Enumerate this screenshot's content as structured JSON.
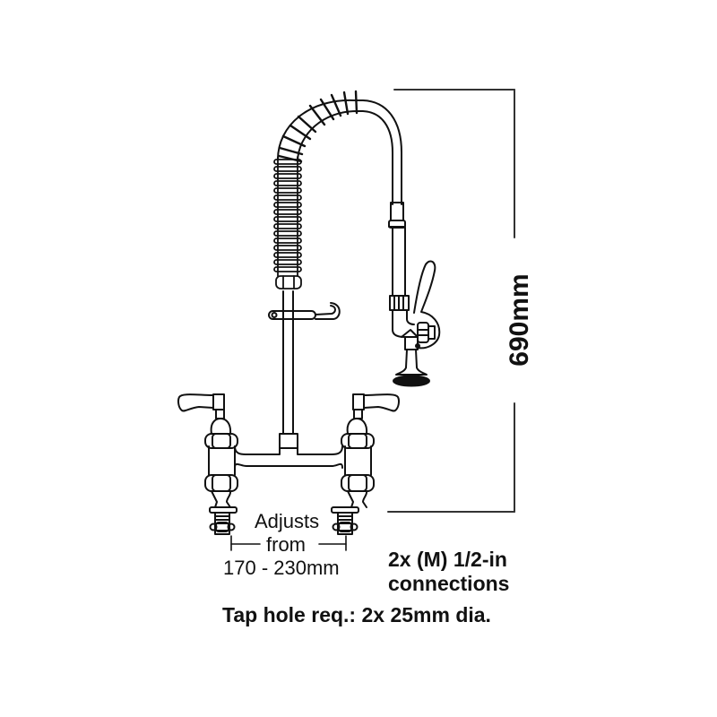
{
  "diagram": {
    "subject": "Pre-rinse spray unit with deck-mounted twin taps",
    "colors": {
      "line": "#111111",
      "background": "#ffffff",
      "dimension_line": "#333333"
    }
  },
  "dimensions": {
    "height": "690mm",
    "adjust_line1": "Adjusts",
    "adjust_line2": "from",
    "adjust_line3": "170 - 230mm"
  },
  "specs": {
    "connections_line1": "2x (M) 1/2-in",
    "connections_line2": "connections",
    "tap_hole": "Tap hole req.: 2x 25mm dia."
  }
}
